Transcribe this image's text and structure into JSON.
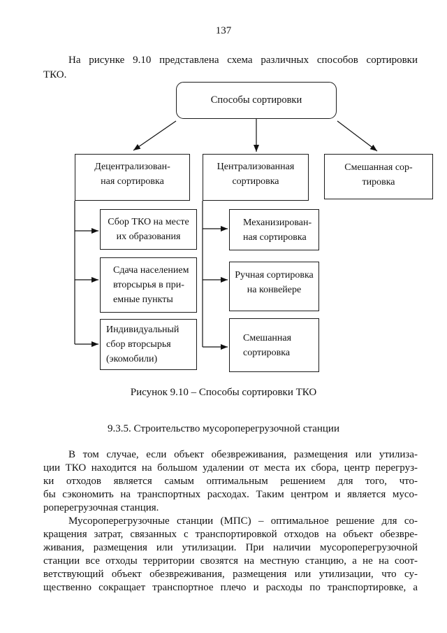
{
  "page": {
    "number": "137"
  },
  "intro": {
    "lines": [
      "На рисунке 9.10 представлена схема различных способов сортировки",
      "ТКО."
    ]
  },
  "diagram": {
    "root_label": "Способы сортировки",
    "level2": {
      "decentralized": "Децентрализован-\nная сортировка",
      "centralized": "Централизованная\nсортировка",
      "mixed": "Смешанная сор-\nтировка"
    },
    "decentralized_children": {
      "collect_at_source": "Сбор ТКО на месте\nих образования",
      "public_dropoff": "Сдача населением\nвторсырья в при-\nемные пункты",
      "individual_ecomobile": "Индивидуальный\nсбор вторсырья\n(экомобили)"
    },
    "centralized_children": {
      "mechanized": "Механизирован-\nная сортировка",
      "manual_conveyor": "Ручная сортировка\nна конвейере",
      "mixed": "Смешанная\nсортировка"
    }
  },
  "figure": {
    "caption": "Рисунок 9.10 – Способы сортировки ТКО"
  },
  "section": {
    "heading": "9.3.5. Строительство мусороперегрузочной станции"
  },
  "body": {
    "paragraph1_lines": [
      "В том случае, если объект обезвреживания, размещения или утилиза-",
      "ции ТКО находится на большом удалении от места их сбора, центр перегруз-",
      "ки отходов является самым оптимальным решением для того, что-",
      "бы сэкономить на транспортных расходах. Таким центром и является мусо-",
      "роперегрузочная станция."
    ],
    "paragraph2_lines": [
      "Мусороперегрузочные станции (МПС) – оптимальное решение для со-",
      "кращения затрат, связанных с транспортировкой отходов на объект обезвре-",
      "живания, размещения или утилизации. При наличии мусороперегрузочной",
      "станции все отходы территории свозятся на местную станцию, а не на соот-",
      "ветствующий объект обезвреживания, размещения или утилизации, что су-",
      "щественно сокращает транспортное плечо и расходы по транспортировке, а"
    ]
  }
}
